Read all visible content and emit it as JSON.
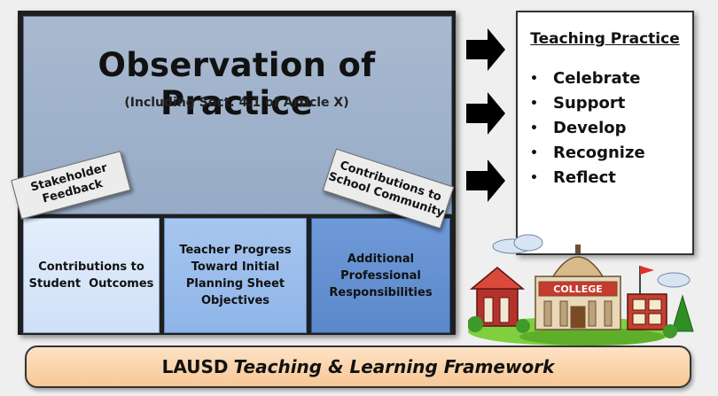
{
  "observation": {
    "title": "Observation of Practice",
    "subtitle": "(Including Sect. 4.1 of Article X)"
  },
  "tags": {
    "stakeholder_line1": "Stakeholder",
    "stakeholder_line2": "Feedback",
    "contributions_line1": "Contributions to",
    "contributions_line2": "School Community"
  },
  "boxes": {
    "student_line1": "Contributions to",
    "student_line2": "Student  Outcomes",
    "progress_line1": "Teacher Progress",
    "progress_line2": "Toward Initial",
    "progress_line3": "Planning Sheet",
    "progress_line4": "Objectives",
    "additional_line1": "Additional",
    "additional_line2": "Professional",
    "additional_line3": "Responsibilities"
  },
  "practice": {
    "title": "Teaching Practice",
    "items": [
      "Celebrate",
      "Support",
      "Develop",
      "Recognize",
      "Reflect"
    ]
  },
  "clipart": {
    "sign": "COLLEGE",
    "icon": "college-campus-icon"
  },
  "footer": {
    "prefix": "LAUSD",
    "italic": "Teaching & Learning Framework"
  },
  "colors": {
    "observation": "#a9b9cf",
    "box_light": "#d9e7fa",
    "box_mid": "#9bbdec",
    "box_dark": "#6592d4",
    "footer": "#f8c796"
  }
}
